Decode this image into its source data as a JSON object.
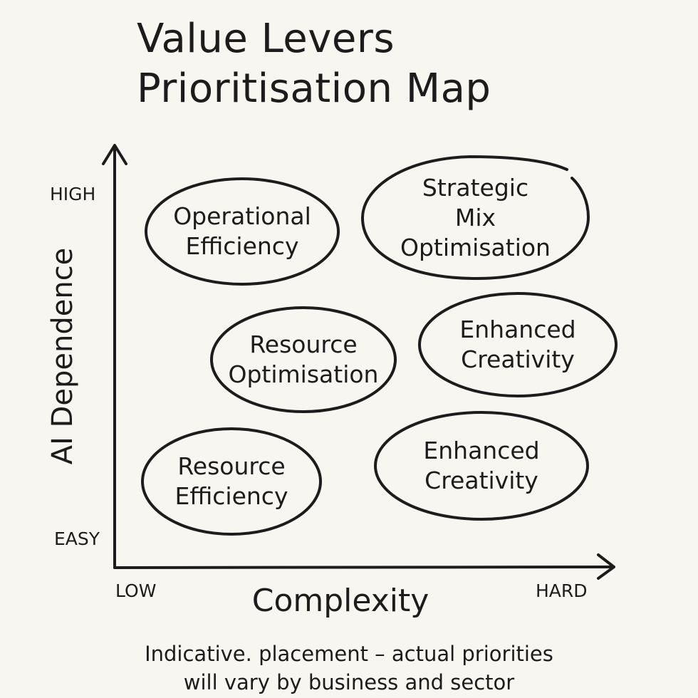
{
  "title": {
    "line1": "Value Levers",
    "line2": "Prioritisation Map"
  },
  "axes": {
    "y": {
      "label": "AI Dependence",
      "top_tick": "HIGH",
      "bottom_tick": "EASY"
    },
    "x": {
      "label": "Complexity",
      "left_tick": "LOW",
      "right_tick": "HARD"
    }
  },
  "levers": [
    {
      "line1": "Operational",
      "line2": "Efficiency",
      "line3": ""
    },
    {
      "line1": "Strategic",
      "line2": "Mix",
      "line3": "Optimisation"
    },
    {
      "line1": "Resource",
      "line2": "Optimisation",
      "line3": ""
    },
    {
      "line1": "Enhanced",
      "line2": "Creativity",
      "line3": ""
    },
    {
      "line1": "Resource",
      "line2": "Efficiency",
      "line3": ""
    },
    {
      "line1": "Enhanced",
      "line2": "Creativity",
      "line3": ""
    }
  ],
  "footnote": {
    "line1": "Indicative. placement – actual priorities",
    "line2": "will vary by business and sector"
  },
  "colors": {
    "background": "#f8f6f0",
    "ink": "#1c1c1c"
  }
}
